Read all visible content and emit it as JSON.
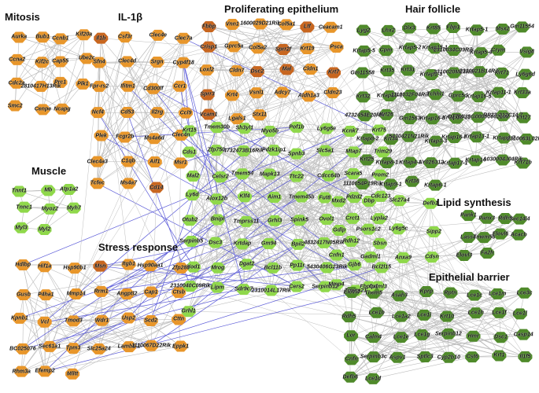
{
  "colors": {
    "orange": "#e8962a",
    "dark_orange": "#c8661f",
    "light_green": "#8fd84a",
    "dark_green": "#4f8a2a",
    "edge": "#bdbdbd",
    "edge_blue": "#5a5ad8"
  },
  "clusters": [
    {
      "id": "mitosis",
      "title": "Mitosis",
      "color": "orange",
      "nodes": [
        "Aurka",
        "Bub1",
        "Ccnb1",
        "Kif20a",
        "Ccna2",
        "Kif2c",
        "Cap55",
        "Ube2c",
        "Cdc2a",
        "2810417H13Rik",
        "Prc1",
        "Plk1",
        "Smc2",
        "Cenpe",
        "Ncapg"
      ]
    },
    {
      "id": "il1b",
      "title": "IL-1β",
      "color": "orange",
      "nodes": [
        "Il1b",
        "Csf3r",
        "Clec4e",
        "Clec7a",
        "Sfn4",
        "Clec4d",
        "Srgn",
        "Cyp4f18",
        "Fpr-rs2",
        "Ifitm1",
        "Cd300lf",
        "Ccr1",
        "Ncf4",
        "Cd53",
        "Il2rg",
        "Ccl9",
        "Plek",
        "Fcgr2b",
        "Ms4a6d",
        "Clec4n",
        "Clec4a3",
        "C1qb",
        "Aif1",
        "Msr1",
        "Tcfec",
        "Ms4a7",
        "Cd14"
      ]
    },
    {
      "id": "prolif",
      "title": "Proliferating epithelium",
      "color": "orange",
      "nodes": [
        "Fbbp",
        "Vnn1",
        "1600029D21Rik",
        "Col5a1",
        "Ltf",
        "Ceacam1",
        "Crisp1",
        "Gprc5a",
        "Col5a2",
        "Sprr2f",
        "Krt19",
        "Psca",
        "Loxl2",
        "Cldn7",
        "Dsc2",
        "Mal",
        "Cldn1",
        "Krt7",
        "Sprr3",
        "Krt4",
        "Vsnl1",
        "Adcy7",
        "Aldh1a3",
        "Cldn23",
        "Vcam1",
        "Lgals1",
        "Stx11"
      ]
    },
    {
      "id": "epi_core",
      "title": "",
      "color": "light_green",
      "nodes": [
        "Krt15",
        "Tmem30b",
        "Sh3yl1",
        "Myo5b",
        "Pof1b",
        "Ly6g6e",
        "Kcnk7",
        "Krt75",
        "Cds1",
        "Zfp750",
        "4732473B16Rik",
        "Pdzk1ip1",
        "Spnb3",
        "Slc5a1",
        "Mtap7",
        "Trim29",
        "Mal2",
        "Celsr2",
        "Tmem54",
        "Mapk13",
        "Ttc22",
        "Cdcc64b",
        "Scara5",
        "Prom2",
        "Ly6d",
        "Alox12b",
        "Klf4",
        "Aim1",
        "Tmem45b",
        "Fut8",
        "Pdzd2",
        "Cdc123",
        "Otub2",
        "Bnipl",
        "Tmprss11",
        "Grhl3",
        "Spink5",
        "Ovol1",
        "Crct1",
        "Lypla2",
        "Serpinb5",
        "Dsc3",
        "Krtdap",
        "Gm94",
        "Bpil2",
        "4832417N05Rik",
        "Rdh12",
        "Sbsn",
        "Yod1",
        "Mrog",
        "Dgat2",
        "Bcl11b",
        "Pp11r",
        "5430406G23Rik",
        "Gjb6",
        "Bcl2l15",
        "2310040C09Rik",
        "Lipm",
        "Sdr9c7",
        "2310014L17Rik",
        "Cers2",
        "Serpinb12",
        "Tmem21",
        "Calml3",
        "Grhl1"
      ]
    },
    {
      "id": "hair",
      "title": "Hair follicle",
      "color": "dark_green",
      "nodes": [
        "Lyg2",
        "Lhx2",
        "Dlx3",
        "Krt85",
        "Fbp1",
        "Krtap5-1",
        "Msx2",
        "Gm11554",
        "Krtap5-5",
        "Cpm",
        "Krtap5-2",
        "Krtap15-1",
        "2310034C09Rik",
        "Krtap5-4",
        "Crym",
        "Vsig8",
        "Gm11558",
        "Krt35",
        "Krt31",
        "Krtap1-3",
        "2310020M23Rik",
        "2310021B14Rik",
        "Krt71",
        "Ly6g6d",
        "Krt32",
        "Krtap16-4",
        "1110032F04Rik",
        "Tchhl1",
        "Gprc5d",
        "Krtap16-5",
        "Krtap11-1",
        "Krt33a",
        "4732454E20Rik",
        "Krt26",
        "Gm1563",
        "Krtap16-9",
        "Krtap16-10",
        "OTTMUSG00000002195",
        "RP23-212C14.7",
        "Krt27",
        "Krtap8-2",
        "Krt34",
        "5430421N21Rik",
        "Krtap3-3",
        "Krtap16-7",
        "Krtap13-1",
        "Krtap4-7",
        "2310063L02Rik",
        "Krt25",
        "Krtap8-1",
        "Krtap4-2",
        "AY026312",
        "Krtap17-1",
        "Krtap14",
        "A030004J04Rik",
        "Krt71b",
        "1110054P19Rik",
        "Krtap9-1",
        "Krt36",
        "Krtap6-1"
      ]
    },
    {
      "id": "muscle",
      "title": "Muscle",
      "color": "light_green",
      "nodes": [
        "Tnnt1",
        "Mb",
        "Atp1a2",
        "Tnnc1",
        "Myoz2",
        "Myh7",
        "Myl3",
        "Myl2"
      ]
    },
    {
      "id": "lipid",
      "title": "Lipid synthesis",
      "color": "dark_green",
      "nodes": [
        "Pank1",
        "Panx3",
        "Rdh9",
        "Sec14l4",
        "Lass4",
        "Tmem56",
        "Elovl6",
        "Acacb",
        "Elovl3",
        "Fa2h"
      ]
    },
    {
      "id": "stress",
      "title": "Stress response",
      "color": "orange",
      "nodes": [
        "Hdlbp",
        "Hif1a",
        "Hsp90b1",
        "Msn",
        "Itgb1",
        "Hsp90aa1",
        "Zfp280",
        "Gusb",
        "P4ha1",
        "Mmp14",
        "Rrm1",
        "Angptl2",
        "Cap1",
        "Ctsb",
        "Kpnb1",
        "Vcl",
        "Tmod3",
        "Wdr1",
        "Usp2",
        "Scd2",
        "Cttn",
        "BC025076",
        "Sec61a1",
        "Tpm3",
        "Slc25a24",
        "Lamb1-1",
        "1110067D22Rik",
        "Eppk1",
        "Rhm3a",
        "Efemp2",
        "Mlltt"
      ]
    },
    {
      "id": "barrier",
      "title": "Epithelial barrier",
      "color": "dark_green",
      "nodes": [
        "Elovl4",
        "Them5",
        "Asah3",
        "Kprp",
        "Rptn",
        "Lce1c",
        "Lce1m",
        "Lce3c",
        "Rdh5",
        "Lce1b",
        "Lce1a2",
        "Lce1i",
        "Krt10",
        "Lce1h",
        "Lce1f",
        "Lce1l",
        "Lor",
        "Calm4",
        "Lce1e",
        "Lce1g",
        "Serpinb12",
        "Hmr",
        "Dsc1",
        "Casp14",
        "Cnfn",
        "Serpinb3c",
        "Aspv1",
        "Sptlc3",
        "Cyp2b10",
        "Cst6",
        "Krt1",
        "Il1f5",
        "Defb6",
        "Lce1d"
      ]
    },
    {
      "id": "misc",
      "title": "",
      "color": "light_green",
      "nodes": [
        "Mxd2",
        "Dbp",
        "Slc27a4",
        "Defb1",
        "Gdlp",
        "Psors1c2",
        "Ly6g5c",
        "Sipp2",
        "Cnfn1",
        "Gadml1",
        "Anxa9",
        "Cdsn",
        "Mmp4",
        "Fbplp1"
      ]
    }
  ]
}
